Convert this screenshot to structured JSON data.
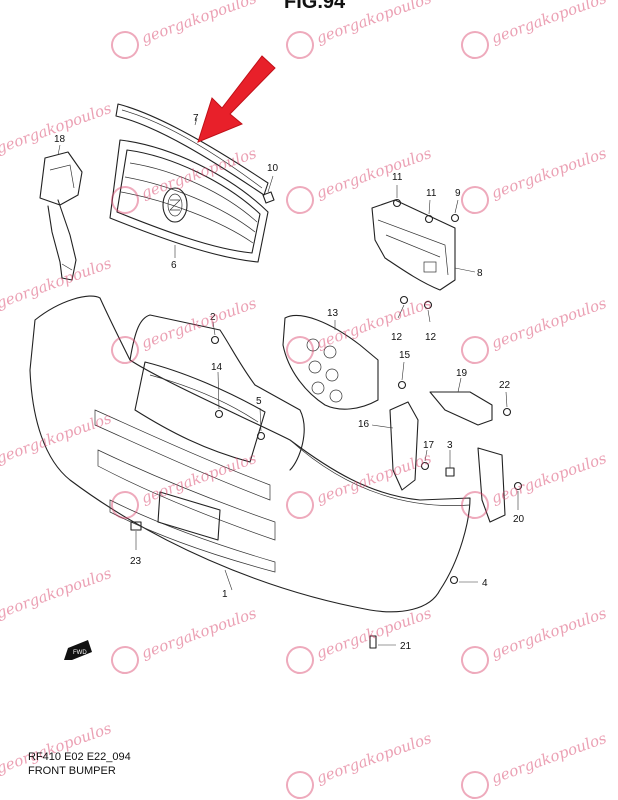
{
  "figure": {
    "title": "FIG.94",
    "code": "RF410 E02 E22_094",
    "name": "FRONT BUMPER"
  },
  "watermark": {
    "text": "georgakopoulos",
    "color": "#d9436a",
    "icon": "globe-logo-icon"
  },
  "arrow": {
    "color": "#e8202a"
  },
  "fwd_label": "FWD",
  "callouts": [
    {
      "id": "c1",
      "label": "1"
    },
    {
      "id": "c2",
      "label": "2"
    },
    {
      "id": "c3",
      "label": "3"
    },
    {
      "id": "c4",
      "label": "4"
    },
    {
      "id": "c5",
      "label": "5"
    },
    {
      "id": "c6",
      "label": "6"
    },
    {
      "id": "c7",
      "label": "7"
    },
    {
      "id": "c8",
      "label": "8"
    },
    {
      "id": "c9",
      "label": "9"
    },
    {
      "id": "c10",
      "label": "10"
    },
    {
      "id": "c11a",
      "label": "11"
    },
    {
      "id": "c11b",
      "label": "11"
    },
    {
      "id": "c12a",
      "label": "12"
    },
    {
      "id": "c12b",
      "label": "12"
    },
    {
      "id": "c13",
      "label": "13"
    },
    {
      "id": "c14",
      "label": "14"
    },
    {
      "id": "c15",
      "label": "15"
    },
    {
      "id": "c16",
      "label": "16"
    },
    {
      "id": "c17",
      "label": "17"
    },
    {
      "id": "c18",
      "label": "18"
    },
    {
      "id": "c19",
      "label": "19"
    },
    {
      "id": "c20",
      "label": "20"
    },
    {
      "id": "c21",
      "label": "21"
    },
    {
      "id": "c22",
      "label": "22"
    },
    {
      "id": "c23",
      "label": "23"
    }
  ]
}
